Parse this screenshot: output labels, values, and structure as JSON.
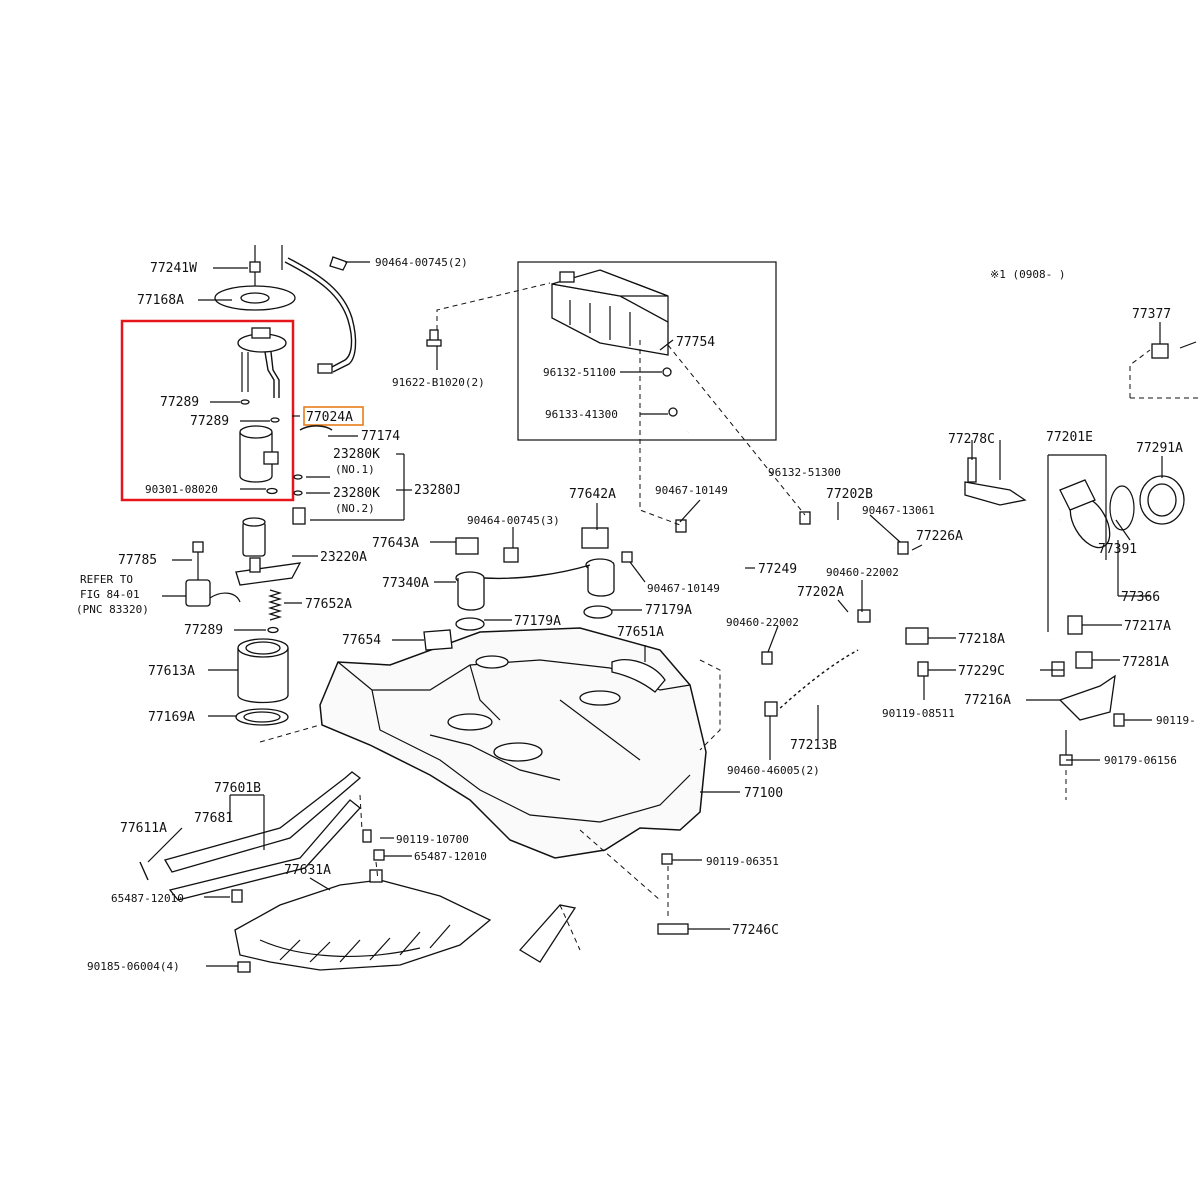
{
  "header": {
    "note": "※1 (0908-     )"
  },
  "highlight": {
    "box_color": "#e8141c",
    "label_color": "#e87d1b"
  },
  "labels": {
    "l77241W": "77241W",
    "l77168A": "77168A",
    "l90464_top": "90464-00745(2)",
    "l91622": "91622-B1020(2)",
    "l77754": "77754",
    "l96132_a": "96132-51100",
    "l96133": "96133-41300",
    "l77377": "77377",
    "l77289_a": "77289",
    "l77289_b": "77289",
    "l77024A": "77024A",
    "l77174": "77174",
    "l23280K_1": "23280K",
    "l_no1": "(NO.1)",
    "l23280K_2": "23280K",
    "l_no2": "(NO.2)",
    "l23280J": "23280J",
    "l90301": "90301-08020",
    "l77278C": "77278C",
    "l77201E": "77201E",
    "l77291A": "77291A",
    "l96132_b": "96132-51300",
    "l77202B": "77202B",
    "l90467_13061": "90467-13061",
    "l77226A": "77226A",
    "l77391": "77391",
    "l77366": "77366",
    "l77642A": "77642A",
    "l90467_10149_a": "90467-10149",
    "l90464_3": "90464-00745(3)",
    "l77643A": "77643A",
    "l23220A": "23220A",
    "l77785": "77785",
    "refer1": "REFER TO",
    "refer2": "FIG 84-01",
    "refer3": "(PNC 83320)",
    "l77340A": "77340A",
    "l90467_10149_b": "90467-10149",
    "l77249": "77249",
    "l90460_22002_a": "90460-22002",
    "l77202A": "77202A",
    "l77652A": "77652A",
    "l77179A_a": "77179A",
    "l77179A_b": "77179A",
    "l77289_c": "77289",
    "l77654": "77654",
    "l77651A": "77651A",
    "l90460_22002_b": "90460-22002",
    "l77218A": "77218A",
    "l77217A": "77217A",
    "l77613A": "77613A",
    "l77229C": "77229C",
    "l77281A": "77281A",
    "l77169A": "77169A",
    "l77216A": "77216A",
    "l90119_08511": "90119-08511",
    "l90119_r": "90119-",
    "l77213B": "77213B",
    "l90460_46005": "90460-46005(2)",
    "l90179": "90179-06156",
    "l77100": "77100",
    "l77601B": "77601B",
    "l77611A": "77611A",
    "l77681": "77681",
    "l90119_10700": "90119-10700",
    "l65487_12010_a": "65487-12010",
    "l90119_06351": "90119-06351",
    "l77631A": "77631A",
    "l65487_12010_b": "65487-12010",
    "l77246C": "77246C",
    "l90185": "90185-06004(4)"
  }
}
